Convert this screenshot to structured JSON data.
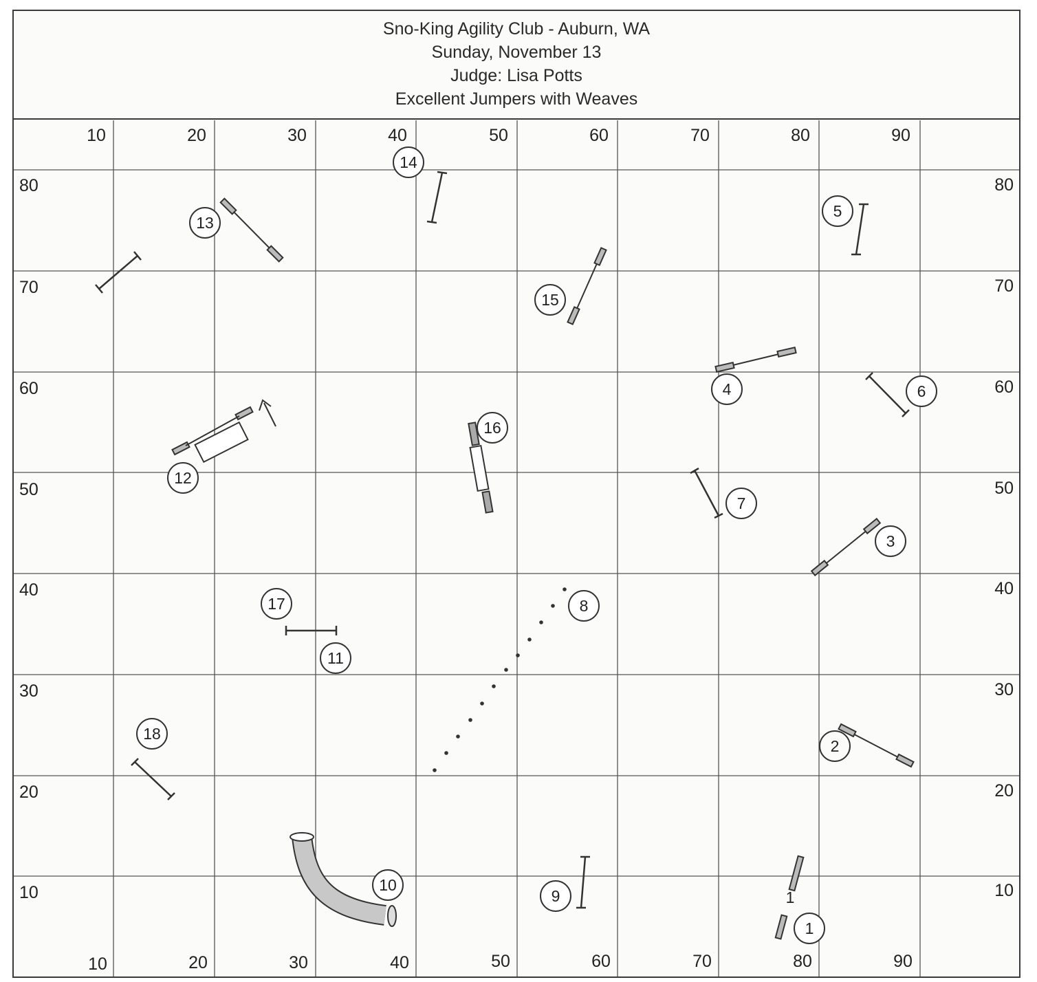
{
  "header": {
    "line1": "Sno-King Agility Club - Auburn, WA",
    "line2": "Sunday, November 13",
    "line3": "Judge:  Lisa Potts",
    "line4": "Excellent Jumpers with Weaves"
  },
  "grid": {
    "x_ticks_top": [
      "10",
      "20",
      "30",
      "40",
      "50",
      "60",
      "70",
      "80",
      "90"
    ],
    "x_ticks_bottom": [
      "10",
      "20",
      "30",
      "40",
      "50",
      "60",
      "70",
      "80",
      "90"
    ],
    "y_ticks_left": [
      "80",
      "70",
      "60",
      "50",
      "40",
      "30",
      "20",
      "10"
    ],
    "y_ticks_right": [
      "80",
      "70",
      "60",
      "50",
      "40",
      "30",
      "20",
      "10"
    ]
  },
  "obstacles": {
    "numbers": [
      "1",
      "2",
      "3",
      "4",
      "5",
      "6",
      "7",
      "8",
      "9",
      "10",
      "11",
      "12",
      "13",
      "14",
      "15",
      "16",
      "17",
      "18"
    ],
    "start_label": "1"
  }
}
